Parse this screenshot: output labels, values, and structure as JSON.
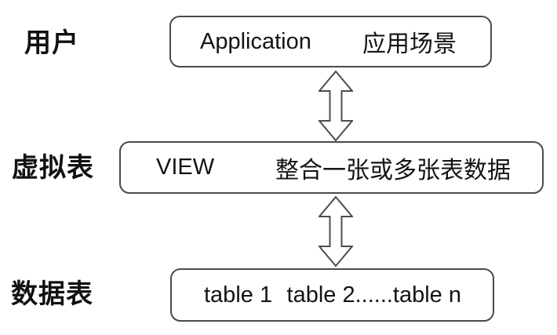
{
  "diagram": {
    "title": "view-application-table-architecture",
    "rows": [
      {
        "label": "用户",
        "box": {
          "left_text": "Application",
          "right_text": "应用场景"
        }
      },
      {
        "label": "虚拟表",
        "box": {
          "left_text": "VIEW",
          "right_text": "整合一张或多张表数据"
        }
      },
      {
        "label": "数据表",
        "box": {
          "left_text": "table 1",
          "right_text": "table 2......table n"
        }
      }
    ],
    "connectors": [
      {
        "icon": "double-arrow-icon",
        "direction": "vertical-bidirectional"
      },
      {
        "icon": "double-arrow-icon",
        "direction": "vertical-bidirectional"
      }
    ],
    "colors": {
      "background": "#ffffff",
      "line": "#4a4a4a",
      "text": "#141414"
    }
  }
}
